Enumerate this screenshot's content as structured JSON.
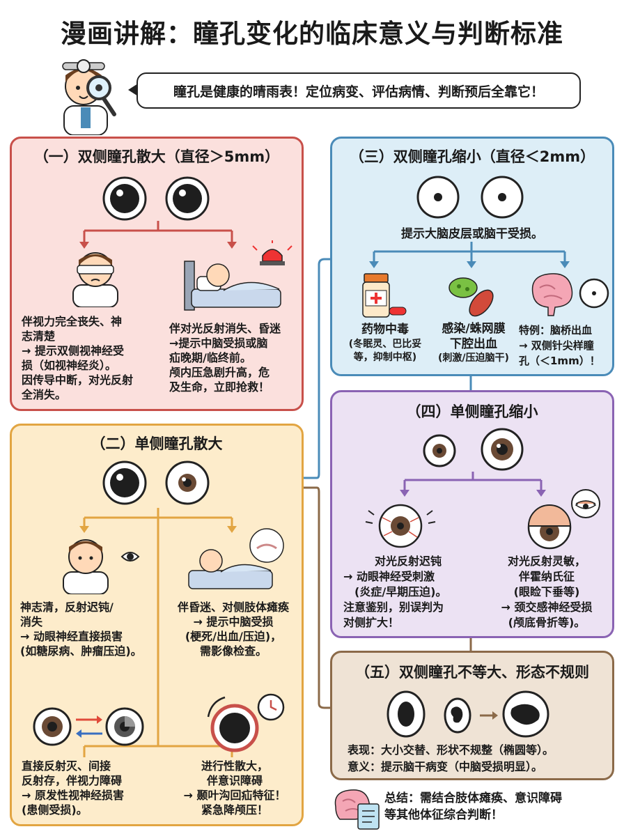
{
  "title": "漫画讲解：瞳孔变化的临床意义与判断标准",
  "intro": "瞳孔是健康的晴雨表！定位病变、评估病情、判断预后全靠它！",
  "panel1": {
    "title": "（一）双侧瞳孔散大（直径＞5mm）",
    "left": [
      "伴视力完全丧失、神",
      "志清楚",
      "→ 提示双侧视神经受",
      "损（如视神经炎）。",
      "因传导中断，对光反射",
      "全消失。"
    ],
    "right": [
      "伴对光反射消失、昏迷",
      "→提示中脑受损或脑",
      "疝晚期/临终前。",
      "颅内压急剧升高，危",
      "及生命，立即抢救！"
    ]
  },
  "panel2": {
    "title": "（二）单侧瞳孔散大",
    "left": [
      "神志清，反射迟钝/",
      "消失",
      "→ 动眼神经直接损害",
      "(如糖尿病、肿瘤压迫)。"
    ],
    "right": [
      "伴昏迷、对侧肢体瘫痪",
      "→ 提示中脑受损",
      "(梗死/出血/压迫)，",
      "需影像检查。"
    ],
    "bottom_left": [
      "直接反射灭、间接",
      "反射存，伴视力障碍",
      "→ 原发性视神经损害",
      "(患侧受损)。"
    ],
    "bottom_right": [
      "进行性散大，",
      "伴意识障碍",
      "→ 颞叶沟回疝特征！",
      "紧急降颅压！"
    ]
  },
  "panel3": {
    "title": "（三）双侧瞳孔缩小（直径＜2mm）",
    "subtitle": "提示大脑皮层或脑干受损。",
    "col1_title": "药物中毒",
    "col1": [
      "(冬眠灵、巴比妥",
      "等，抑制中枢)"
    ],
    "col2_title": [
      "感染/蛛网膜",
      "下腔出血"
    ],
    "col2": [
      "(刺激/压迫脑干)"
    ],
    "col3": [
      "特例：脑桥出血",
      "→ 双侧针尖样瞳",
      "孔（＜1mm）！"
    ]
  },
  "panel4": {
    "title": "（四）单侧瞳孔缩小",
    "left": [
      "对光反射迟钝",
      "→ 动眼神经受刺激",
      "(炎症/早期压迫)。",
      "注意鉴别，别误判为",
      "对侧扩大！"
    ],
    "right": [
      "对光反射灵敏，",
      "伴霍纳氏征",
      "(眼睑下垂等)",
      "→ 颈交感神经受损",
      "(颅底骨折等)。"
    ]
  },
  "panel5": {
    "title": "（五）双侧瞳孔不等大、形态不规则",
    "lines": [
      "表现：大小交替、形状不规整（椭圆等）。",
      "意义：提示脑干病变（中脑受损明显）。"
    ]
  },
  "summary": [
    "总结：需结合肢体瘫痪、意识障碍",
    "等其他体征综合判断！"
  ],
  "colors": {
    "red": "#c8504a",
    "orange": "#e2a542",
    "blue": "#4a8bb8",
    "purple": "#8a63b3",
    "brown": "#8b6a49"
  }
}
